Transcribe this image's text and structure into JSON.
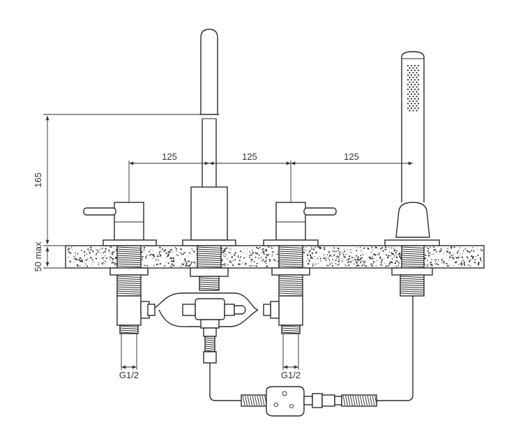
{
  "diagram": {
    "dimensions": {
      "spacing_1": "125",
      "spacing_2": "125",
      "spacing_3": "125",
      "spout_height": "165",
      "deck_thickness": "50 max",
      "thread_left": "G1/2",
      "thread_right": "G1/2"
    },
    "colors": {
      "line": "#2a2a2a",
      "dimension_line": "#444444",
      "background": "#ffffff",
      "speckle": "#333333"
    }
  }
}
